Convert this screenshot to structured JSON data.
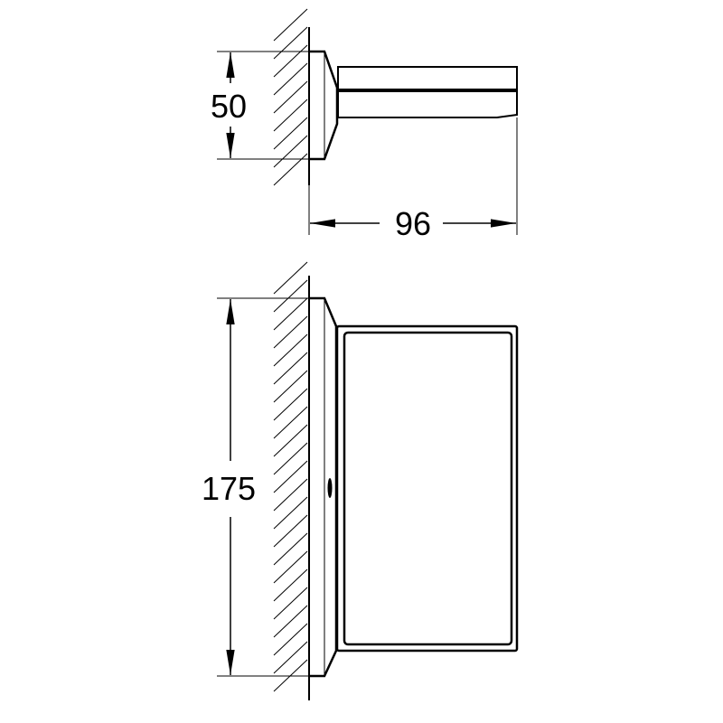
{
  "drawing": {
    "top_view": {
      "height_dimension": "50",
      "depth_dimension": "96"
    },
    "front_view": {
      "height_dimension": "175"
    }
  },
  "colors": {
    "line": "#000000",
    "background": "#ffffff"
  }
}
